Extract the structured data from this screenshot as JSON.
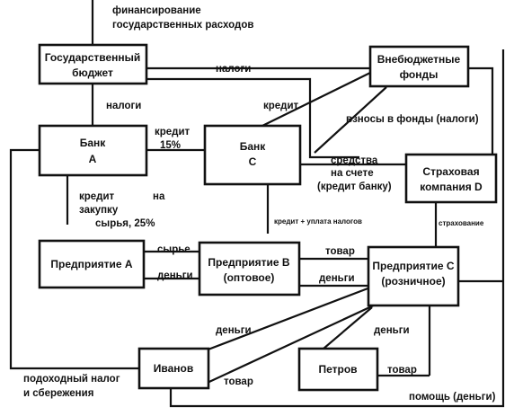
{
  "nodes": {
    "budget": [
      "Государственный",
      "бюджет"
    ],
    "funds": [
      "Внебюджетные",
      "фонды"
    ],
    "bank_a": [
      "Банк",
      "А"
    ],
    "bank_c": [
      "Банк",
      "С"
    ],
    "insurance": [
      "Страховая",
      "компания D"
    ],
    "ent_a": [
      "Предприятие А"
    ],
    "ent_b": [
      "Предприятие В",
      "(оптовое)"
    ],
    "ent_c": [
      "Предприятие С",
      "(розничное)"
    ],
    "ivanov": [
      "Иванов"
    ],
    "petrov": [
      "Петров"
    ]
  },
  "labels": {
    "financing": [
      "финансирование",
      "государственных расходов"
    ],
    "taxes_top": "налоги",
    "taxes_left": "налоги",
    "credit_funds": "кредит",
    "contrib": "взносы в фонды (налоги)",
    "credit_15": [
      "кредит",
      "15%"
    ],
    "funds_on_account": [
      "средства",
      "на счете",
      "(кредит банку)"
    ],
    "credit_25": [
      "кредит",
      "на",
      "закупку",
      "сырья, 25%"
    ],
    "credit_taxes": "кредит + уплата налогов",
    "insurance_flow": "страхование",
    "raw": "сырье",
    "money_ab": "деньги",
    "goods_bc": "товар",
    "money_bc": "деньги",
    "money_ivanov": "деньги",
    "money_petrov": "деньги",
    "goods_ivanov": "товар",
    "goods_petrov": "товар",
    "income_tax": [
      "подоходный налог",
      "и сбережения"
    ],
    "aid": "помощь (деньги)"
  }
}
